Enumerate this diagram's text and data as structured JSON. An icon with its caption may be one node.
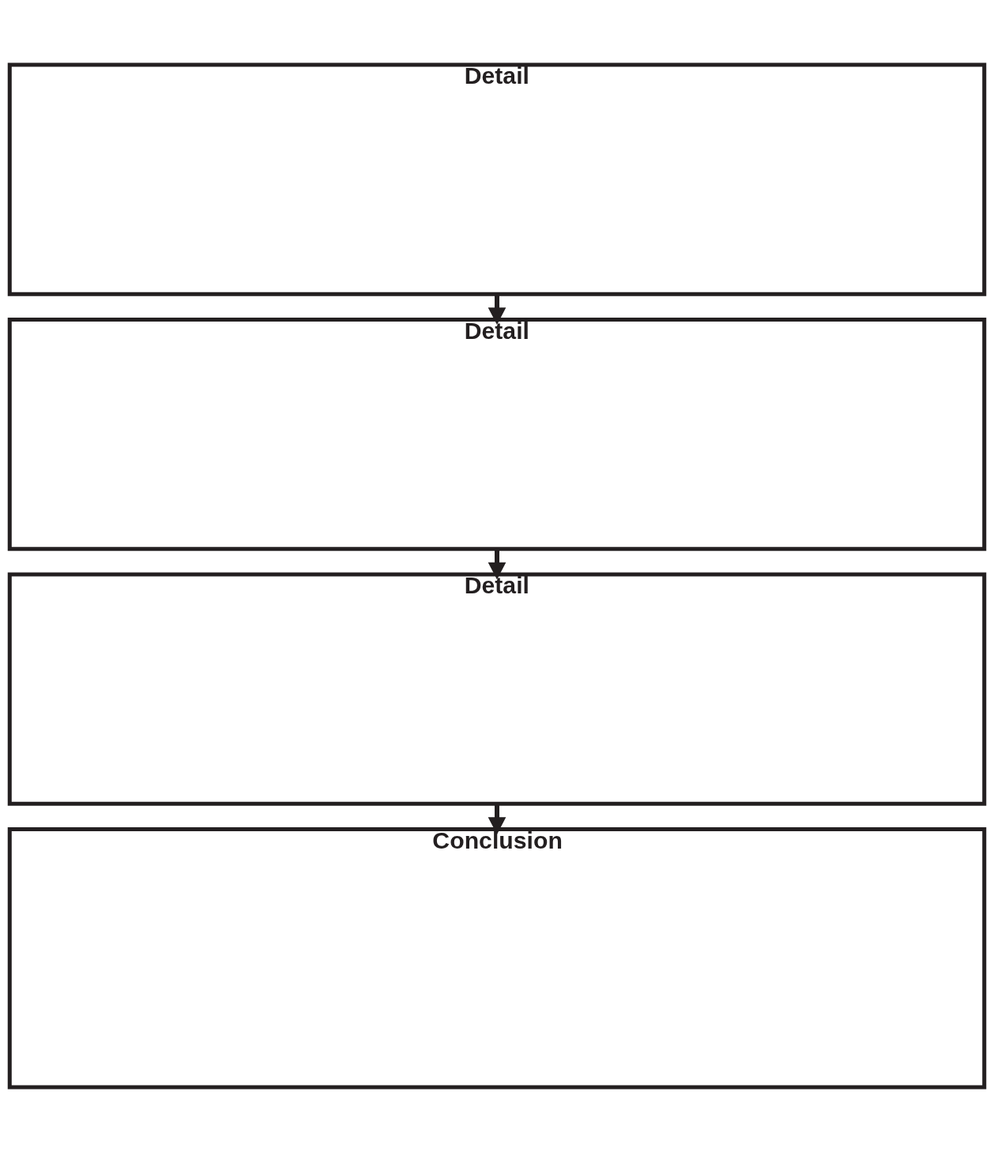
{
  "diagram": {
    "nodes": [
      {
        "text": [
          "Detail"
        ]
      },
      {
        "text": [
          "Detail"
        ]
      },
      {
        "text": [
          "Detail"
        ]
      },
      {
        "text": [
          "Conclusion"
        ]
      }
    ],
    "edges": [
      {
        "from": 0,
        "to": 1,
        "arrow": "to"
      },
      {
        "from": 1,
        "to": 2,
        "arrow": "to"
      },
      {
        "from": 2,
        "to": 3,
        "arrow": "to"
      }
    ]
  }
}
